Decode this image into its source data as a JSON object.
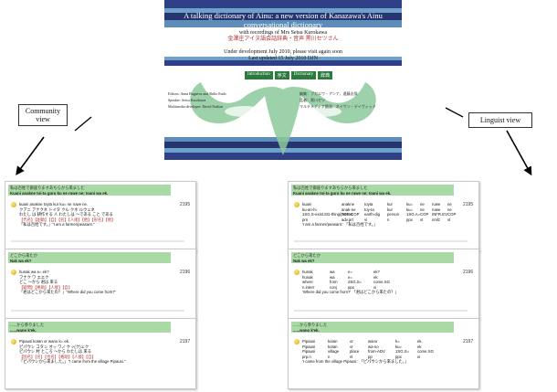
{
  "banner": {
    "title": "A talking dictionary of Ainu: a new version of Kanazawa's Ainu conversational dictionary",
    "subtitle": "with recordings of Mrs Setsu Kurokawa",
    "jp_title": "金澤庄アイヌ語会話辞典・音声 黒川セツさん",
    "status": "Under development July 2010, please visit again soon",
    "updated": "Last updated 15 July 2010 DJN",
    "nav": [
      "Introduction",
      "序文",
      "Dictionary",
      "辞典"
    ],
    "credits_en": [
      "Editors: Anna Bugaeva and Shiho Endo",
      "Speaker: Setsu Kurokawa",
      "Multimedia developer: David Nathan"
    ],
    "credits_jp": [
      "編集：ブガエワ・アンナ，遠藤志保",
      "話者：黒川セツ",
      "マルチメディア開発：ネイサン・デイヴィッド"
    ]
  },
  "labels": {
    "community": [
      "Community",
      "view"
    ],
    "linguist": "Linguist  view"
  },
  "community": [
    {
      "num": "2195",
      "header_jp": "私は百姓で御座りますあちらから来ました",
      "header_ainu": "Kuani anakne toi-ta guru ku ne ruwe ne; toani wa ek.",
      "lines": [
        "kuani anakne toyta kur ku= ne ruwe ne.",
        "クアニ アナクネ トイタ クル クネ ルウェネ",
        "わたし は 耕作する 人 わたしは ～である こと である",
        "【代名】【副助】【自】【名】【人接】【他】【形名】【他】"
      ],
      "translation": "「私は百姓です。」\"I am a farmer/peasant.\""
    },
    {
      "num": "2196",
      "header_jp": "どこから来たか",
      "header_ainu": "Nak wa ek?",
      "lines": [
        "hunak wa e= ek?",
        "フナク ワ エエク",
        "どこ ～から 君は 来る",
        "【疑問】【格助】【人接】【自】"
      ],
      "translation": "「君はどこから来たの？」\"Where did you come from?\""
    },
    {
      "num": "2197",
      "header_jp": "......から参りました",
      "header_ainu": "......wano k'ek.",
      "lines": [
        "Pipausi kotan or wano k= ek.",
        "ピパウシ コタン オッ ワノ ケッ(ク)ェク",
        "ピパウシ 村 ところ ～から わたしは 来る",
        "【固名】【名】【位名】【格助】【人接】【自】"
      ],
      "translation": "「ピパウシから来ました。」\"I came from the village Pipausi.\""
    }
  ],
  "linguist": [
    {
      "num": "2195",
      "header_jp": "私は百姓で御座りますあちらから来ました",
      "header_ainu": "Kuani anakne toi-ta guru ku ne ruwe ne; toani wa ek.",
      "rows": [
        [
          "kuani",
          "anakne",
          "toyta",
          "kur",
          "ku=",
          "ne",
          "ruwe",
          "ne"
        ],
        [
          "ku-an-hi",
          "anak-ne",
          "toy-ta",
          "kur",
          "ku=",
          "ne",
          "ruwe",
          "ne"
        ],
        [
          "1SG.S-exist.SG-thing/person",
          "TOP-COP",
          "earth-dig",
          "person",
          "1SG.A=",
          "COP",
          "INFR.EV",
          "COP"
        ],
        [
          "prn",
          "adv.prt",
          "vi",
          "n",
          "ppx",
          "vt",
          "nmlz",
          "vt"
        ]
      ],
      "translation": "'I am a farmer/peasant.' 「私は百姓です。」"
    },
    {
      "num": "2196",
      "header_jp": "どこから来たか",
      "header_ainu": "Nak wa ek?",
      "rows": [
        [
          "hunak",
          "wa",
          "e=",
          "ek?"
        ],
        [
          "hunak",
          "wa",
          "e=",
          "ek"
        ],
        [
          "where",
          "from",
          "2SG.S=",
          "come.SG"
        ],
        [
          "n.interr",
          "conj",
          "ppx",
          "vi"
        ]
      ],
      "translation": "'Where did you come from?' 「君はどこから来たの？」"
    },
    {
      "num": "2197",
      "header_jp": "......から参りました",
      "header_ainu": "......wano k'ek.",
      "rows": [
        [
          "Pipausi",
          "kotan",
          "or",
          "wano",
          "k=",
          "ek."
        ],
        [
          "Pipausi",
          "kotan",
          "or",
          "wa-no",
          "ku=",
          "ek"
        ],
        [
          "Pipausi",
          "village",
          "place",
          "from-ADV",
          "1SG.S=",
          "come.SG"
        ],
        [
          "prp.n",
          "n",
          "nl",
          "pp",
          "ppx",
          "vi"
        ]
      ],
      "translation": "'I came from the village Pipausi.' 「ピパウシから来ました。」"
    }
  ]
}
